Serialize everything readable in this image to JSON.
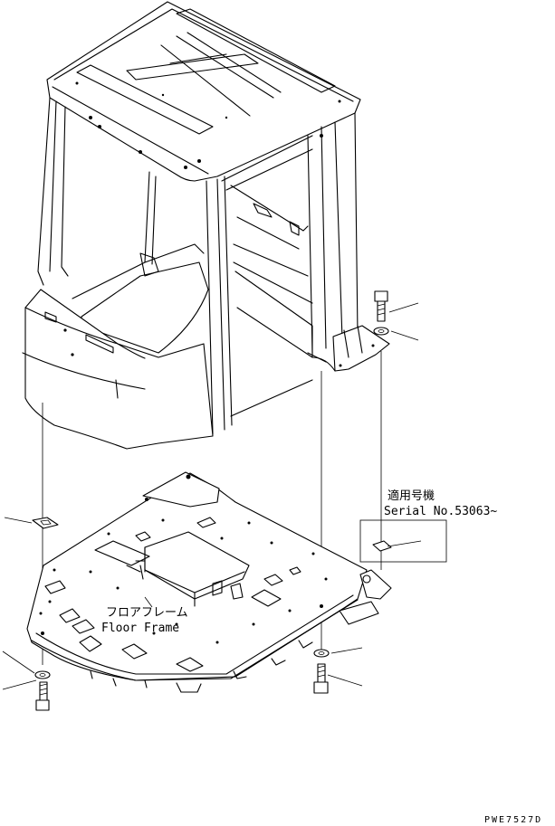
{
  "labels": {
    "floor_frame_jp": "フロアフレーム",
    "floor_frame_en": "Floor Frame",
    "applicable_serial_jp": "適用号機",
    "serial": "Serial No.53063~"
  },
  "drawing_code": "PWE7527D"
}
